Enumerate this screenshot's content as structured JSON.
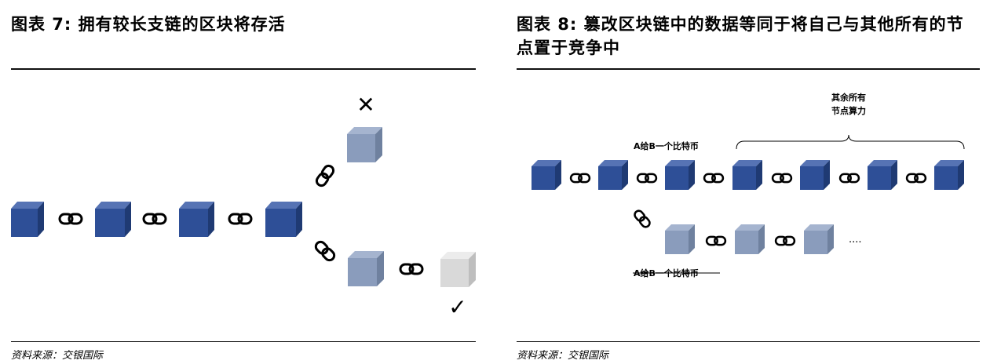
{
  "left_figure": {
    "title": "图表 7: 拥有较长支链的区块将存活",
    "source": "资料来源：交银国际",
    "rejected_mark": "✕",
    "accepted_mark": "✓",
    "colors": {
      "main_block": "#2E4F97",
      "fork_block": "#8A9CBC",
      "candidate_block": "#D9D9D9"
    }
  },
  "right_figure": {
    "title": "图表 8: 篡改区块链中的数据等同于将自己与其他所有的节点置于竞争中",
    "source": "资料来源：交银国际",
    "brace_label_line1": "其余所有",
    "brace_label_line2": "节点算力",
    "main_chain_label": "A给B一个比特币",
    "fork_chain_label": "A给B一个比特币",
    "ellipsis": "....",
    "colors": {
      "main_block": "#2E4F97",
      "fork_block": "#8A9CBC"
    }
  }
}
